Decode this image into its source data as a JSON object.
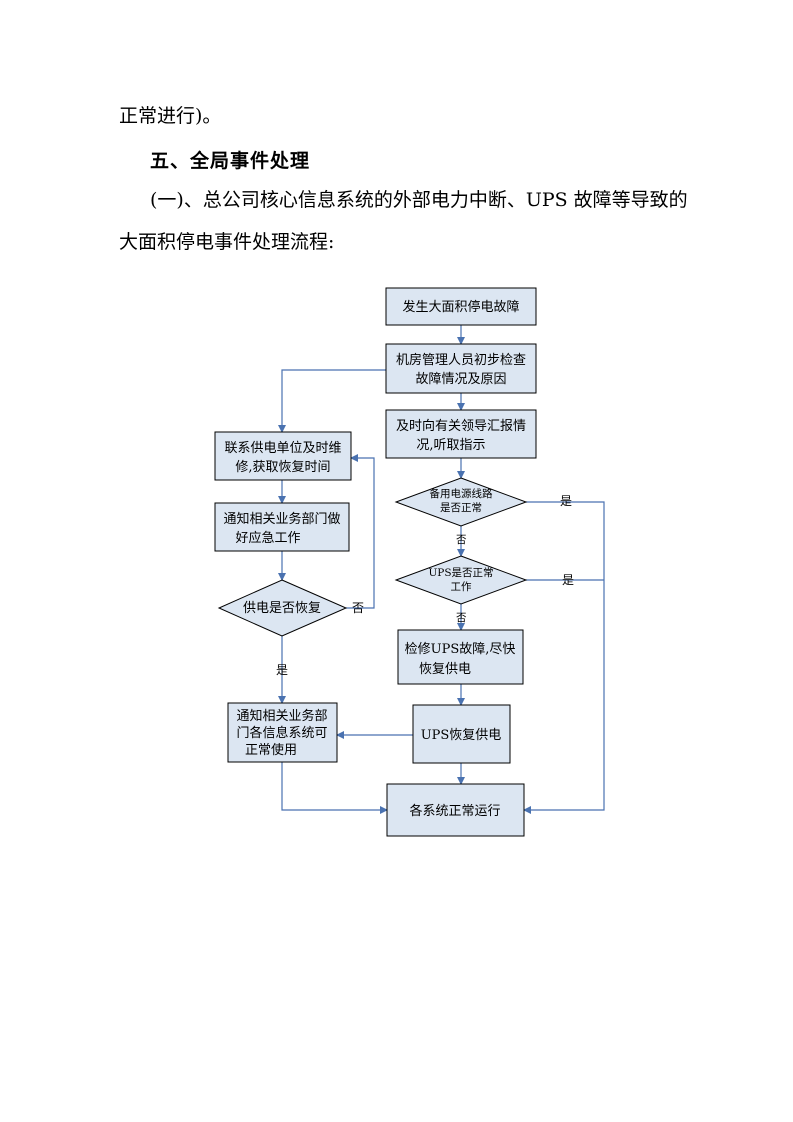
{
  "paragraphs": {
    "continuation": "正常进行)。",
    "heading": "五、全局事件处理",
    "subheading_line1": "(一)、总公司核心信息系统的外部电力中断、UPS 故障等导致的",
    "subheading_line2": "大面积停电事件处理流程:"
  },
  "flowchart": {
    "nodes": {
      "start": [
        "发生大面积停电故障"
      ],
      "inspect": [
        "机房管理人员初步检查",
        "故障情况及原因"
      ],
      "report": [
        "及时向有关领导汇报情",
        "况,听取指示"
      ],
      "backup_q": [
        "备用电源线路",
        "是否正常"
      ],
      "ups_q": [
        "UPS是否正常",
        "工作"
      ],
      "repair_ups": [
        "检修UPS故障,尽快",
        "恢复供电"
      ],
      "ups_restored": [
        "UPS恢复供电"
      ],
      "all_normal": [
        "各系统正常运行"
      ],
      "contact_supplier": [
        "联系供电单位及时维",
        "修,获取恢复时间"
      ],
      "notify_prepare": [
        "通知相关业务部门做",
        "好应急工作"
      ],
      "power_q": [
        "供电是否恢复"
      ],
      "notify_usable": [
        "通知相关业务部",
        "门各信息系统可",
        "正常使用"
      ]
    },
    "labels": {
      "backup_yes": "是",
      "backup_no": "否",
      "ups_yes": "是",
      "ups_no": "否",
      "power_no": "否",
      "power_yes": "是"
    },
    "colors": {
      "box_fill": "#dce6f2",
      "connector": "#4a72b0"
    }
  }
}
